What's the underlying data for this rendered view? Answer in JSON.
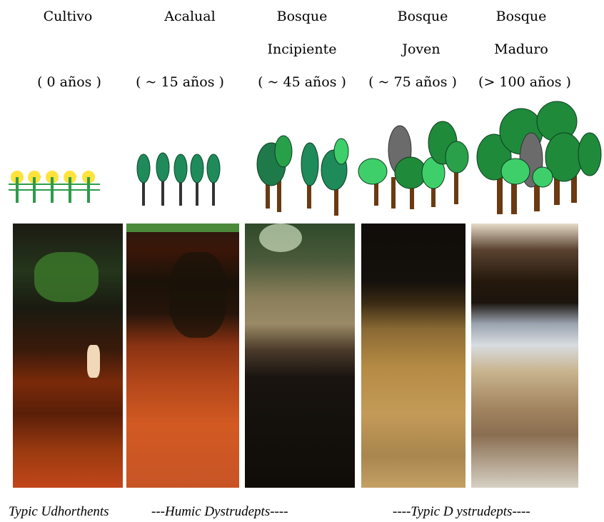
{
  "stages": [
    {
      "title": "Cultivo",
      "subtitle": "",
      "age": "( 0 años )"
    },
    {
      "title": "Acalual",
      "subtitle": "",
      "age": "( ~ 15 años )"
    },
    {
      "title": "Bosque",
      "subtitle": "Incipiente",
      "age": "( ~ 45 años )"
    },
    {
      "title": "Bosque",
      "subtitle": "Joven",
      "age": "( ~ 75 años )"
    },
    {
      "title": "Bosque",
      "subtitle": "Maduro",
      "age": "(> 100 años )"
    }
  ],
  "soil_classes": {
    "first": "Typic Udhorthents",
    "second": "---Humic Dystrudepts----",
    "third": "----Typic D ystrudepts----"
  },
  "colors": {
    "tree_dark": "#1f8a3a",
    "tree_light": "#3fcf6a",
    "tree_grey": "#6b6b6b",
    "trunk": "#6b3a12",
    "crop_yellow": "#ffe23a",
    "crop_green": "#2c9c4a"
  }
}
